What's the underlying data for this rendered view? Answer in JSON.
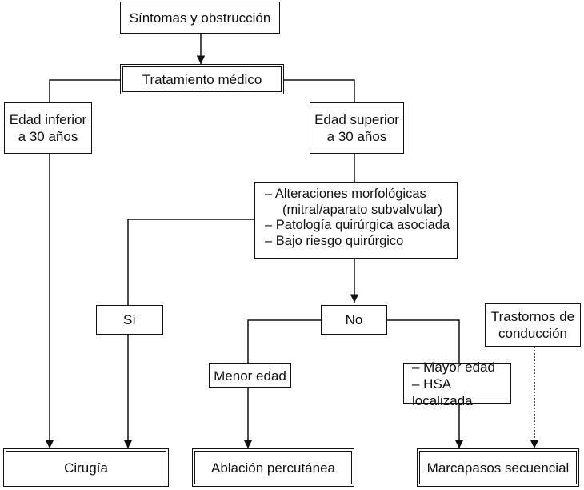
{
  "nodes": {
    "start": "Síntomas y obstrucción",
    "medical": "Tratamiento médico",
    "age_under": "Edad inferior\na 30 años",
    "age_over": "Edad superior\na 30 años",
    "criteria": [
      "– Alteraciones morfológicas",
      "(mitral/aparato subvalvular)",
      "– Patología quirúrgica asociada",
      "– Bajo riesgo quirúrgico"
    ],
    "yes": "Sí",
    "no": "No",
    "conduction": "Trastornos de\nconducción",
    "younger": "Menor edad",
    "older": "– Mayor edad\n– HSA localizada",
    "surgery": "Cirugía",
    "ablation": "Ablación percutánea",
    "pacemaker": "Marcapasos secuencial"
  }
}
